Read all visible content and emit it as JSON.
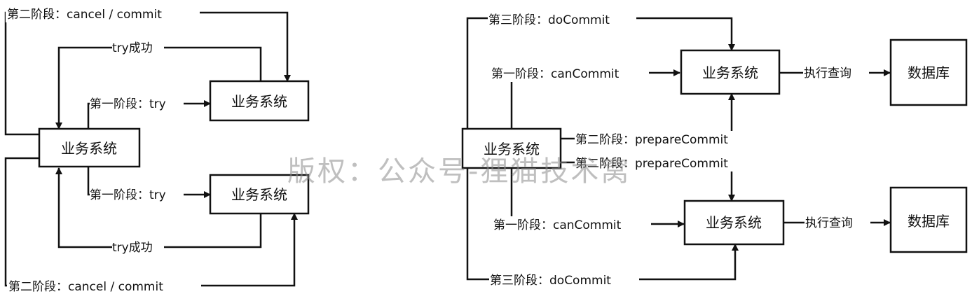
{
  "left_diagram": {
    "coordinator": "业务系统",
    "participant_top": "业务系统",
    "participant_bottom": "业务系统",
    "phase2_top": "第二阶段：cancel / commit",
    "try_success_top": "try成功",
    "phase1_top": "第一阶段：try",
    "phase1_bottom": "第一阶段：try",
    "try_success_bottom": "try成功",
    "phase2_bottom": "第二阶段：cancel / commit"
  },
  "right_diagram": {
    "coordinator": "业务系统",
    "participant_top": "业务系统",
    "participant_bottom": "业务系统",
    "db_top": "数据库",
    "db_bottom": "数据库",
    "phase3_top": "第三阶段：doCommit",
    "phase1_top": "第一阶段：canCommit",
    "exec_query_top": "执行查询",
    "phase2_top": "第二阶段：prepareCommit",
    "phase2_bottom": "第二阶段：prepareCommit",
    "phase1_bottom": "第一阶段：canCommit",
    "exec_query_bottom": "执行查询",
    "phase3_bottom": "第三阶段：doCommit"
  },
  "watermark": "版权：公众号-狸猫技术窝"
}
